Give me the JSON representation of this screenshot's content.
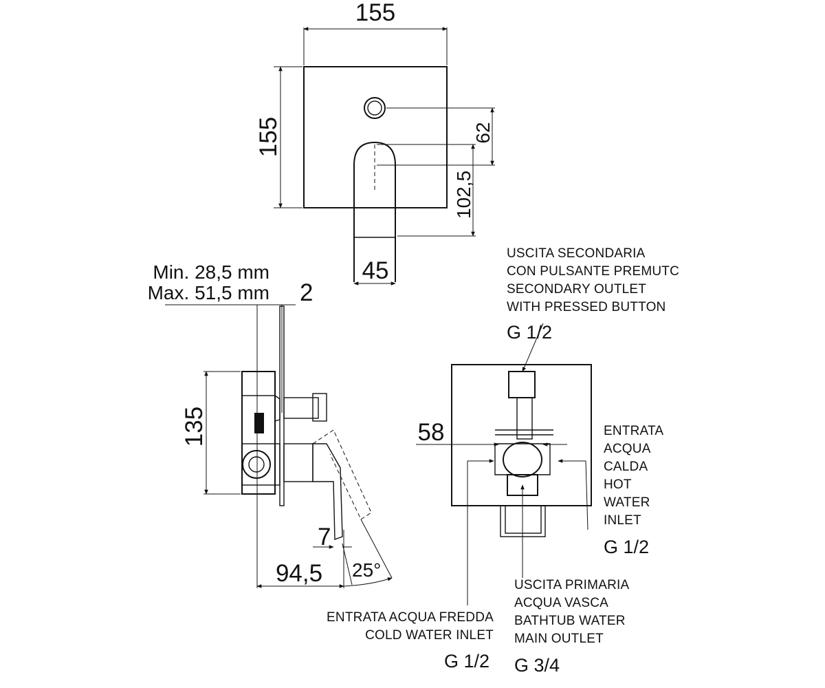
{
  "front_view": {
    "width_dim": "155",
    "height_dim": "155",
    "dim_62": "62",
    "dim_102_5": "102,5",
    "lever_width_dim": "45"
  },
  "side_view": {
    "min_depth": "Min. 28,5 mm",
    "max_depth": "Max. 51,5 mm",
    "plate_thickness": "2",
    "body_height": "135",
    "lever_offset": "7",
    "depth_dim": "94,5",
    "angle": "25°"
  },
  "rear_view": {
    "dim_58": "58",
    "secondary_outlet": [
      "USCITA SECONDARIA",
      "CON PULSANTE PREMUTC",
      "SECONDARY OUTLET",
      "WITH PRESSED BUTTON"
    ],
    "secondary_thread": "G 1/2",
    "hot_inlet": [
      "ENTRATA",
      "ACQUA",
      "CALDA",
      "HOT",
      "WATER",
      "INLET"
    ],
    "hot_thread": "G 1/2",
    "primary_outlet": [
      "USCITA PRIMARIA",
      "ACQUA VASCA",
      "BATHTUB WATER",
      "MAIN OUTLET"
    ],
    "primary_thread": "G 3/4",
    "cold_inlet": [
      "ENTRATA ACQUA FREDDA",
      "COLD WATER INLET"
    ],
    "cold_thread": "G 1/2"
  }
}
